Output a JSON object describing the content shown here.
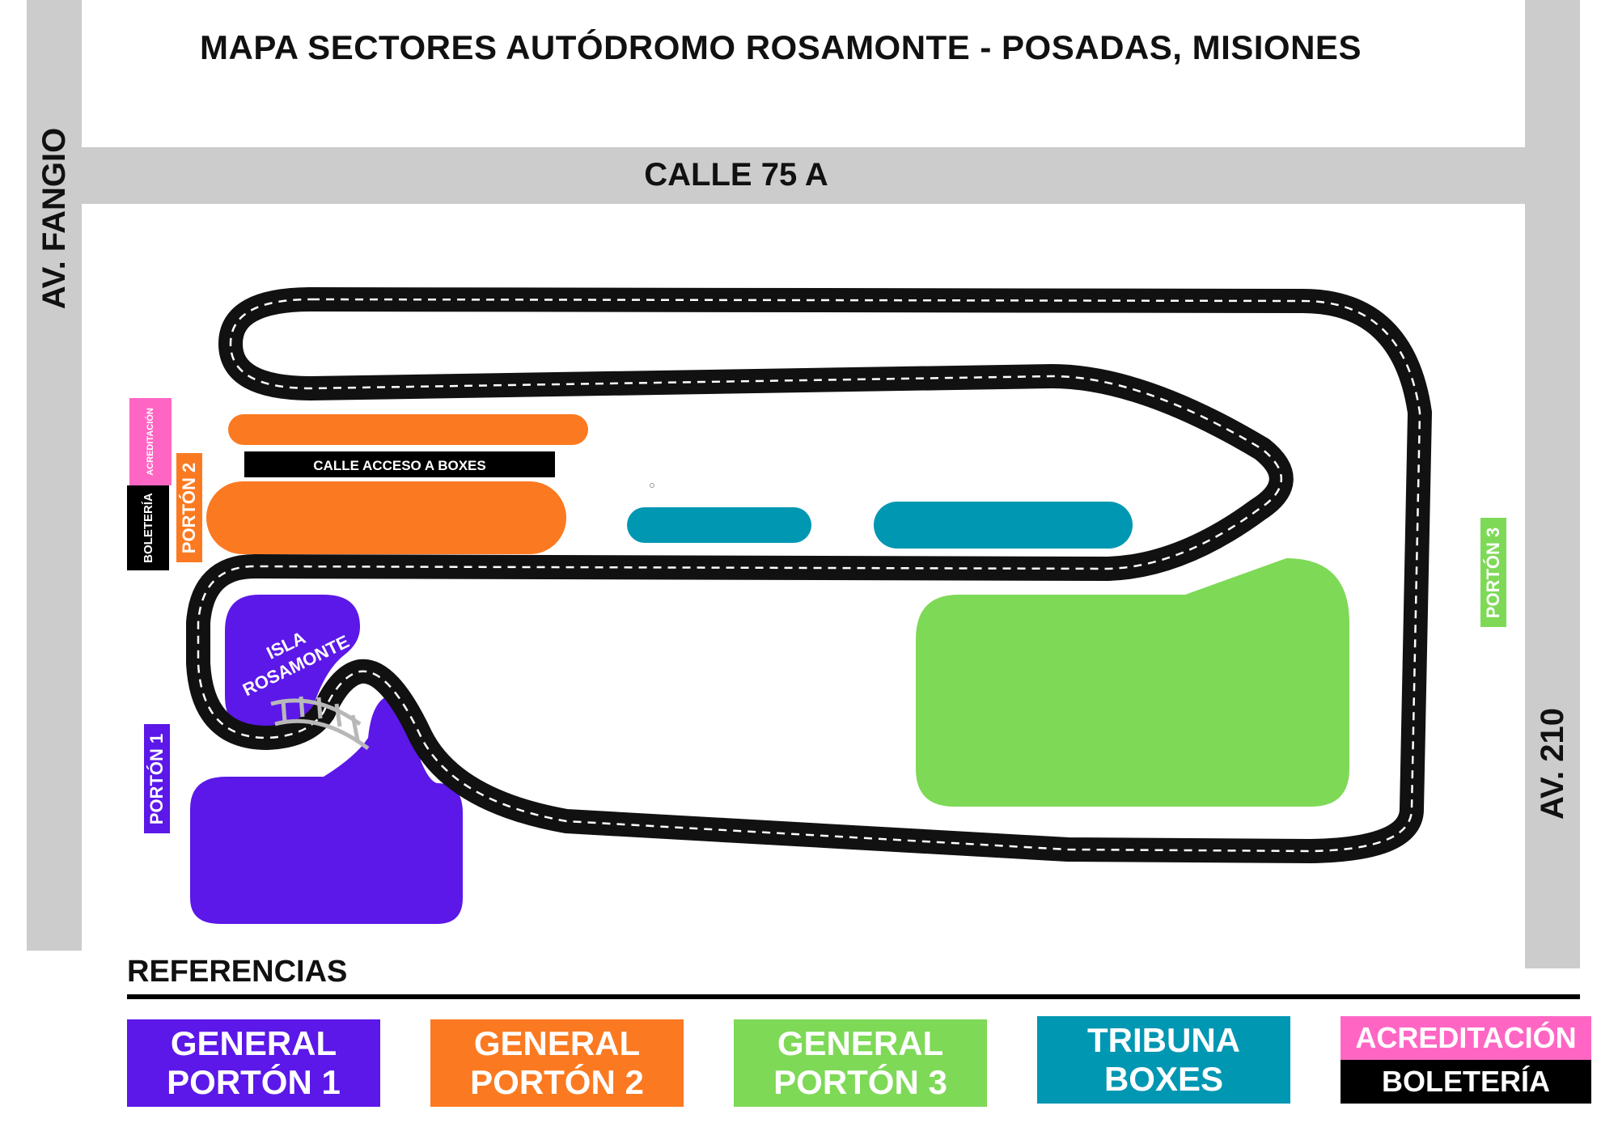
{
  "title": "MAPA SECTORES AUTÓDROMO ROSAMONTE - POSADAS, MISIONES",
  "roads": {
    "top": "CALLE 75 A",
    "left": "AV. FANGIO",
    "right": "AV. 210"
  },
  "map_labels": {
    "pit_lane": "CALLE ACCESO A BOXES",
    "isla_line1": "ISLA",
    "isla_line2": "ROSAMONTE"
  },
  "gates": {
    "porton1": "PORTÓN 1",
    "porton2": "PORTÓN 2",
    "porton3": "PORTÓN 3",
    "acreditacion": "ACREDITACIÓN",
    "boleteria": "BOLETERÍA"
  },
  "legend": {
    "title": "REFERENCIAS",
    "items": [
      {
        "line1": "GENERAL",
        "line2": "PORTÓN 1",
        "color": "#5b18e8"
      },
      {
        "line1": "GENERAL",
        "line2": "PORTÓN 2",
        "color": "#fb7a21"
      },
      {
        "line1": "GENERAL",
        "line2": "PORTÓN 3",
        "color": "#7ed957"
      },
      {
        "line1": "TRIBUNA",
        "line2": "BOXES",
        "color": "#0097b2"
      }
    ],
    "acreditacion": "ACREDITACIÓN",
    "boleteria": "BOLETERÍA"
  },
  "colors": {
    "general_porton1": "#5b18e8",
    "general_porton2": "#fb7a21",
    "general_porton3": "#7ed957",
    "tribuna_boxes": "#0097b2",
    "acreditacion": "#ff66c4",
    "boleteria": "#000000",
    "road": "#cccccc",
    "track": "#111111"
  }
}
